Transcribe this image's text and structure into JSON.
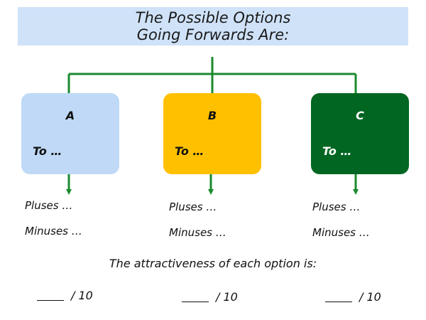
{
  "title": {
    "line1": "The Possible Options",
    "line2": "Going Forwards Are:"
  },
  "options": [
    {
      "letter": "A",
      "to_label": "To …",
      "pluses": "Pluses …",
      "minuses": "Minuses …",
      "score_text": "/ 10",
      "color": "#bfd9f7"
    },
    {
      "letter": "B",
      "to_label": "To …",
      "pluses": "Pluses …",
      "minuses": "Minuses …",
      "score_text": "/ 10",
      "color": "#ffc000"
    },
    {
      "letter": "C",
      "to_label": "To …",
      "pluses": "Pluses …",
      "minuses": "Minuses …",
      "score_text": "/ 10",
      "color": "#006622"
    }
  ],
  "attractiveness_prompt": "The attractiveness of each option is:",
  "colors": {
    "banner": "#cfe2f8",
    "connector": "#1a8a2e"
  }
}
